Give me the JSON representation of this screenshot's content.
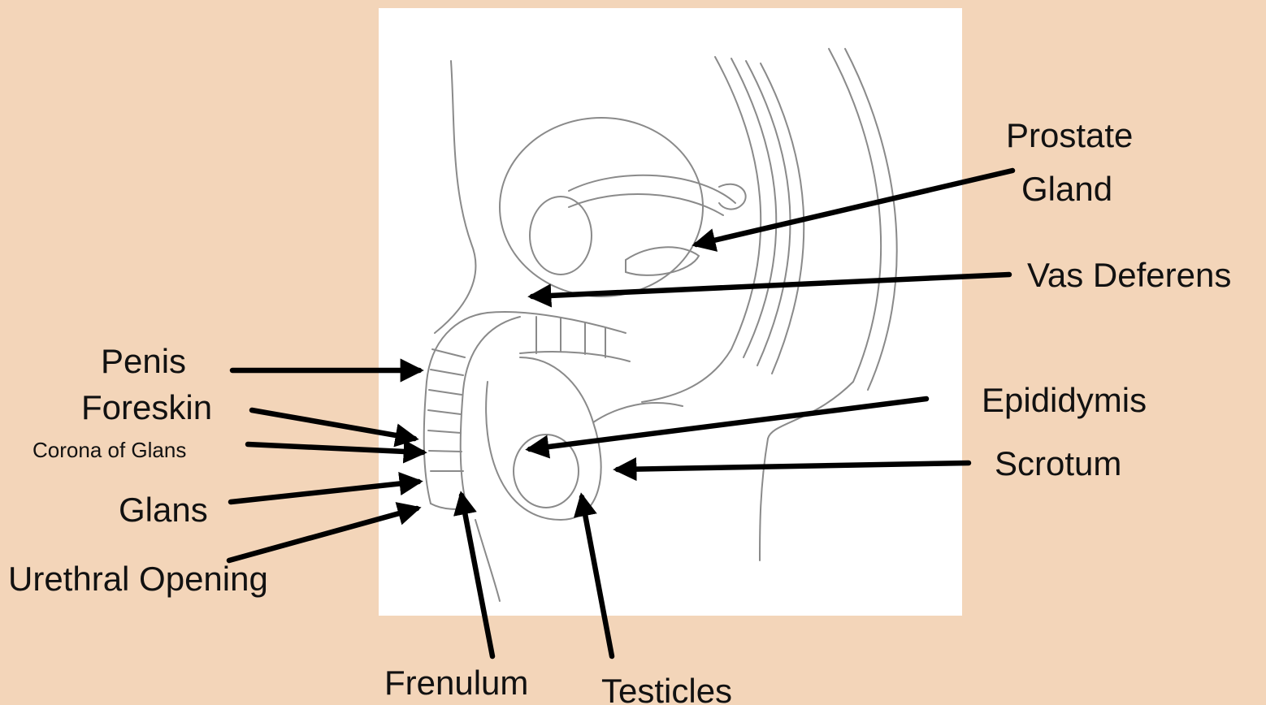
{
  "colors": {
    "background": "#F3D5B9",
    "panel": "#FFFFFF",
    "arrow": "#000000",
    "drawing": "#8A8A8A"
  },
  "labels": {
    "prostate_line1": "Prostate",
    "prostate_line2": "Gland",
    "vas_deferens": "Vas Deferens",
    "penis": "Penis",
    "foreskin": "Foreskin",
    "corona": "Corona of Glans",
    "glans": "Glans",
    "urethral_opening": "Urethral Opening",
    "epididymis": "Epididymis",
    "scrotum": "Scrotum",
    "frenulum": "Frenulum",
    "testicles": "Testicles"
  }
}
